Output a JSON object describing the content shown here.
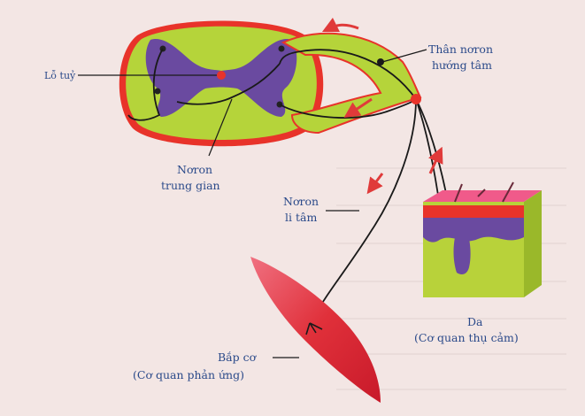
{
  "labels": {
    "central_canal": "Lỗ tuỷ",
    "sensory_neuron_body_l1": "Thân nơron",
    "sensory_neuron_body_l2": "hướng tâm",
    "interneuron_l1": "Nơron",
    "interneuron_l2": "trung gian",
    "motor_neuron_l1": "Nơron",
    "motor_neuron_l2": "li tâm",
    "skin_l1": "Da",
    "skin_l2": "(Cơ quan thụ cảm)",
    "muscle_l1": "Bắp cơ",
    "muscle_l2": "(Cơ quan phản ứng)"
  },
  "colors": {
    "background": "#f3e6e4",
    "white_matter": "#b5d43a",
    "grey_matter": "#6a4aa0",
    "spinal_outline": "#e8332a",
    "nerve": "#1a1a1a",
    "arrow": "#e03a3a",
    "label": "#2b4a8a",
    "muscle": "#e0303a",
    "skin_box": "#b8d23a"
  }
}
